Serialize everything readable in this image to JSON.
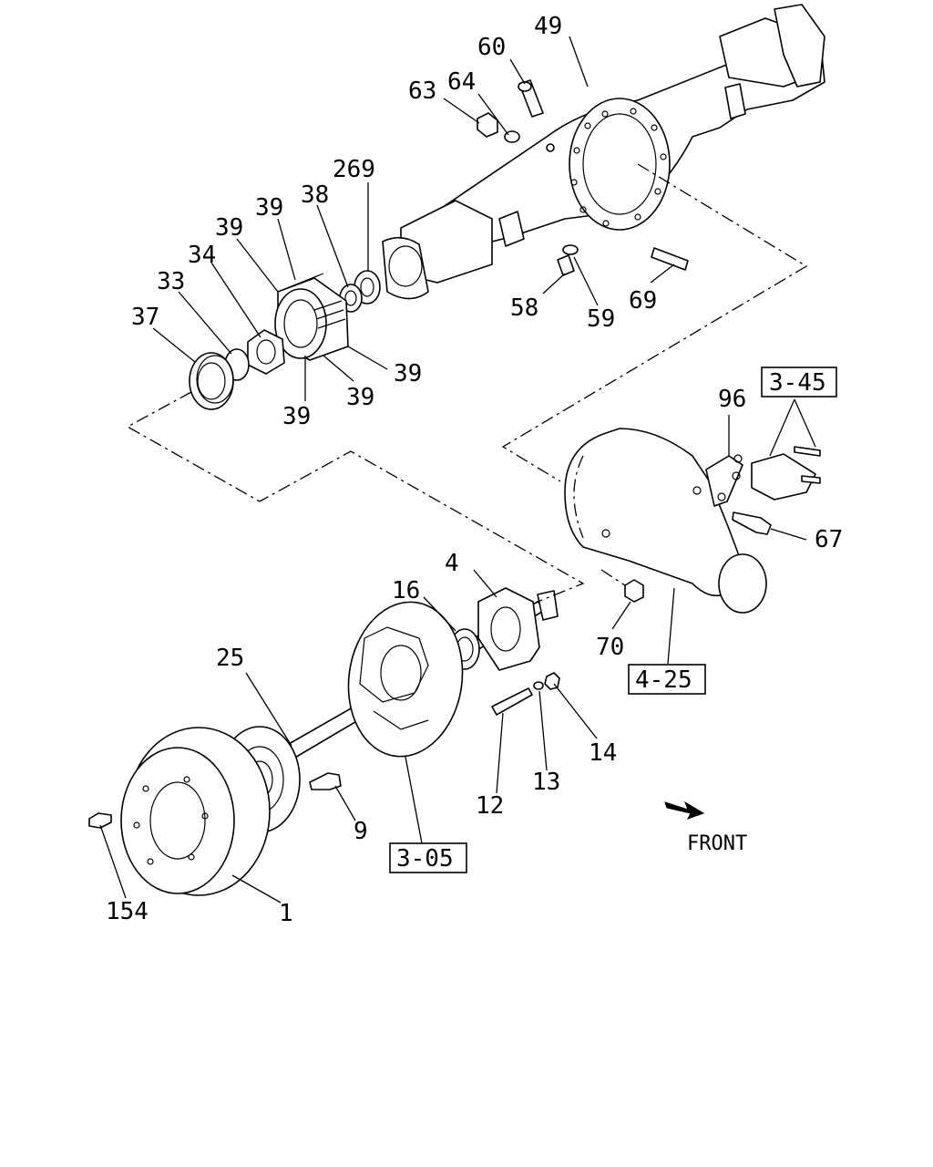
{
  "labels": {
    "p1": "1",
    "p4": "4",
    "p9": "9",
    "p12": "12",
    "p13": "13",
    "p14": "14",
    "p16": "16",
    "p25": "25",
    "p33": "33",
    "p34": "34",
    "p37": "37",
    "p38": "38",
    "p39a": "39",
    "p39b": "39",
    "p39c": "39",
    "p39d": "39",
    "p39e": "39",
    "p49": "49",
    "p58": "58",
    "p59": "59",
    "p60": "60",
    "p63": "63",
    "p64": "64",
    "p67": "67",
    "p69": "69",
    "p70": "70",
    "p96": "96",
    "p154": "154",
    "p269": "269"
  },
  "refs": {
    "r345": "3-45",
    "r425": "4-25",
    "r305": "3-05"
  },
  "front_label": "FRONT"
}
